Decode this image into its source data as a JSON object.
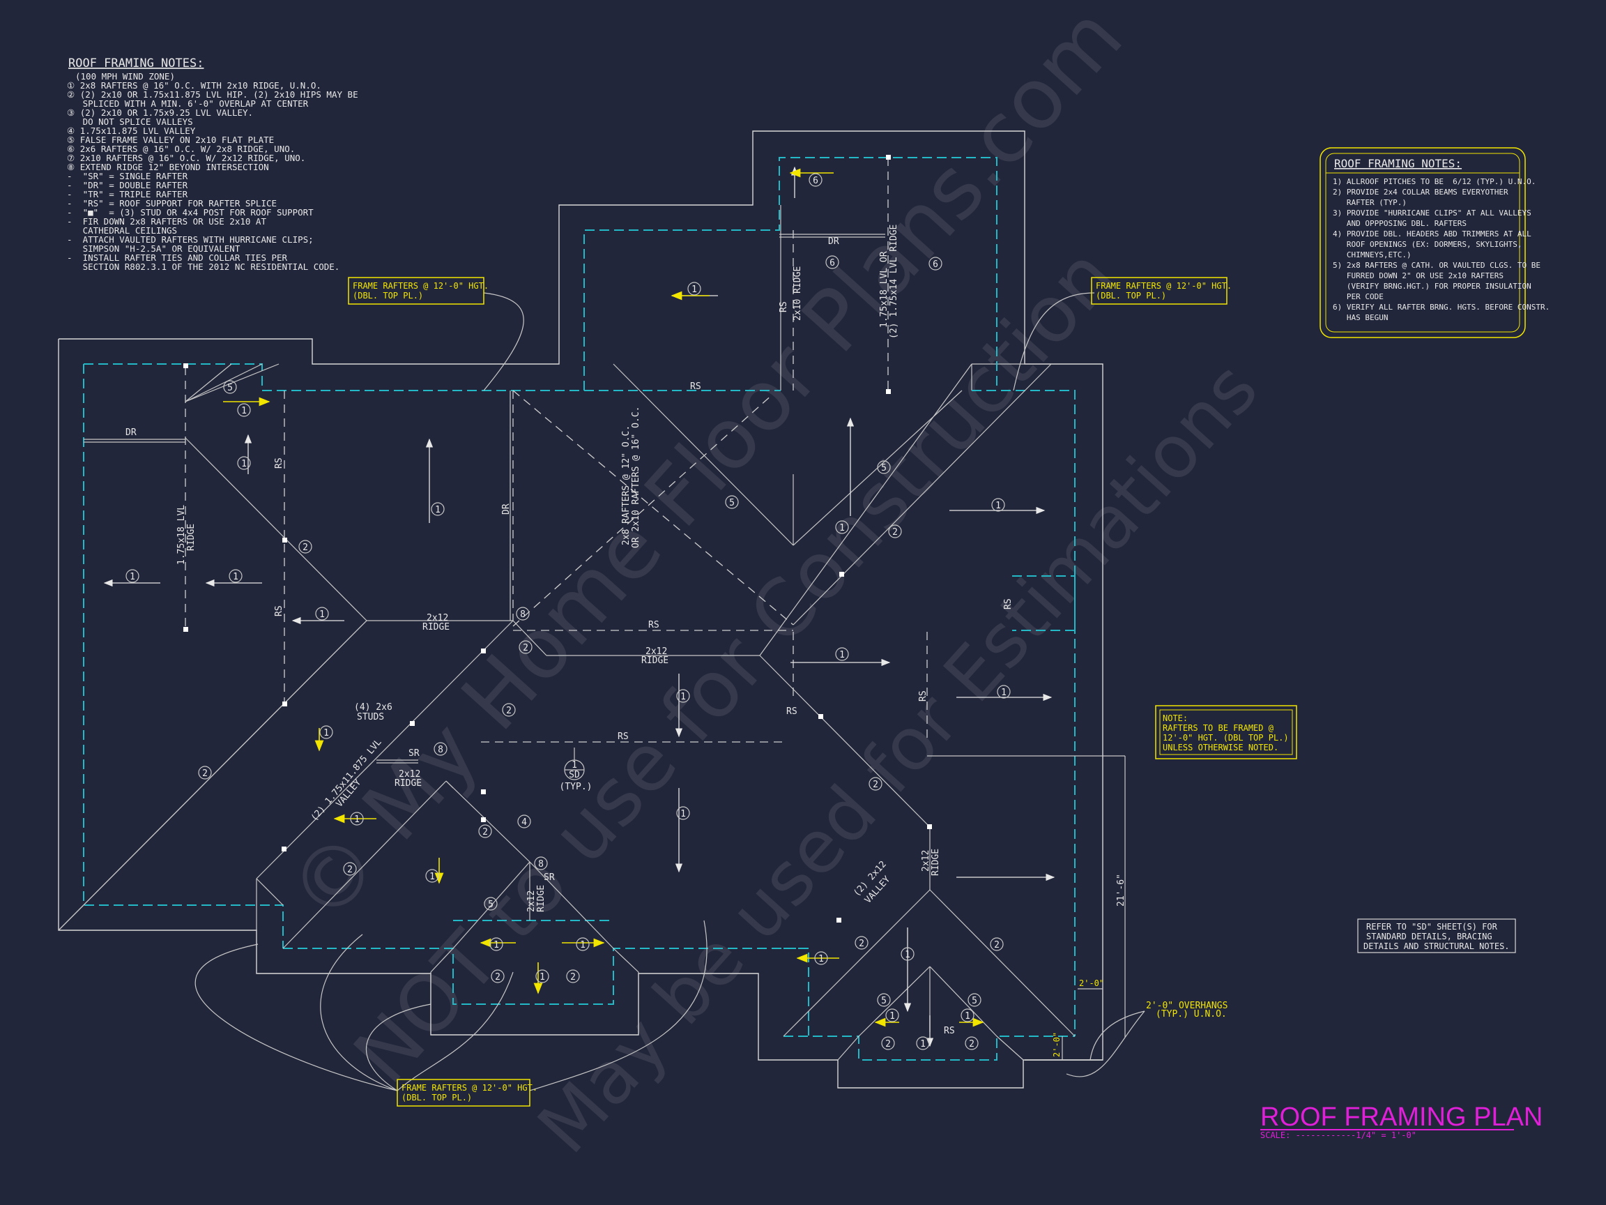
{
  "notes_left": {
    "title": "ROOF FRAMING NOTES:",
    "lines": [
      "(100 MPH WIND ZONE)",
      "① 2x8 RAFTERS @ 16\" O.C. WITH 2x10 RIDGE, U.N.O.",
      "② (2) 2x10 OR 1.75x11.875 LVL HIP. (2) 2x10 HIPS MAY BE",
      "   SPLICED WITH A MIN. 6'-0\" OVERLAP AT CENTER",
      "③ (2) 2x10 OR 1.75x9.25 LVL VALLEY.",
      "   DO NOT SPLICE VALLEYS",
      "④ 1.75x11.875 LVL VALLEY",
      "⑤ FALSE FRAME VALLEY ON 2x10 FLAT PLATE",
      "⑥ 2x6 RAFTERS @ 16\" O.C. W/ 2x8 RIDGE, UNO.",
      "⑦ 2x10 RAFTERS @ 16\" O.C. W/ 2x12 RIDGE, UNO.",
      "⑧ EXTEND RIDGE 12\" BEYOND INTERSECTION",
      "-  \"SR\" = SINGLE RAFTER",
      "-  \"DR\" = DOUBLE RAFTER",
      "-  \"TR\" = TRIPLE RAFTER",
      "-  \"RS\" = ROOF SUPPORT FOR RAFTER SPLICE",
      "-  \"■\"  = (3) STUD OR 4x4 POST FOR ROOF SUPPORT",
      "-  FIR DOWN 2x8 RAFTERS OR USE 2x10 AT",
      "   CATHEDRAL CEILINGS",
      "-  ATTACH VAULTED RAFTERS WITH HURRICANE CLIPS;",
      "   SIMPSON \"H-2.5A\" OR EQUIVALENT",
      "-  INSTALL RAFTER TIES AND COLLAR TIES PER",
      "   SECTION R802.3.1 OF THE 2012 NC RESIDENTIAL CODE."
    ]
  },
  "notes_right": {
    "title": "ROOF FRAMING NOTES:",
    "lines": [
      "1) ALLROOF PITCHES TO BE  6/12 (TYP.) U.N.O.",
      "2) PROVIDE 2x4 COLLAR BEAMS EVERYOTHER",
      "   RAFTER (TYP.)",
      "3) PROVIDE \"HURRICANE CLIPS\" AT ALL VALLEYS",
      "   AND OPPPOSING DBL. RAFTERS",
      "4) PROVIDE DBL. HEADERS ABD TRIMMERS AT ALL",
      "   ROOF OPENINGS (EX: DORMERS, SKYLIGHTS,",
      "   CHIMNEYS,ETC.)",
      "5) 2x8 RAFTERS @ CATH. OR VAULTED CLGS. TO BE",
      "   FURRED DOWN 2\" OR USE 2x10 RAFTERS",
      "   (VERIFY BRNG.HGT.) FOR PROPER INSULATION",
      "   PER CODE",
      "6) VERIFY ALL RAFTER BRNG. HGTS. BEFORE CONSTR.",
      "   HAS BEGUN"
    ]
  },
  "callouts": {
    "frame_left": [
      "FRAME RAFTERS @ 12'-0\" HGT.",
      "(DBL. TOP PL.)"
    ],
    "frame_right": [
      "FRAME RAFTERS @ 12'-0\" HGT.",
      "(DBL. TOP PL.)"
    ],
    "frame_bottom": [
      "FRAME RAFTERS @ 12'-0\" HGT.",
      "(DBL. TOP PL.)"
    ],
    "note": [
      "NOTE:",
      "RAFTERS TO BE FRAMED @",
      "12'-0\" HGT. (DBL TOP PL.)",
      "UNLESS OTHERWISE NOTED."
    ],
    "overhangs": [
      "2'-0\" OVERHANGS",
      "(TYP.) U.N.O."
    ],
    "dim_top": "2'-0\"",
    "dim_side": "2'-0\"",
    "dim_vertical": "21'-6\""
  },
  "refer_box": [
    "REFER TO \"SD\" SHEET(S) FOR",
    "STANDARD DETAILS, BRACING",
    "DETAILS AND STRUCTURAL NOTES."
  ],
  "title_block": {
    "title": "ROOF FRAMING PLAN",
    "scale": "SCALE: ------------1/4\" = 1'-0\"",
    "title_color": "#e020d8"
  },
  "plan_labels": {
    "rs": "RS",
    "dr": "DR",
    "sr": "SR",
    "ridge_2x12": [
      "2x12",
      "RIDGE"
    ],
    "ridge_2x10": "2x10 RIDGE",
    "lvl_ridge_left": [
      "1.75x18 LVL",
      "RIDGE"
    ],
    "lvl_ridge_top": [
      "1.75x18 LVL OR",
      "(2) 1.75x14 LVL RIDGE"
    ],
    "rafters_diag": [
      "2x8 RAFTERS @ 12\" O.C.",
      "OR 2x10 RAFTERS @ 16\" O.C."
    ],
    "studs": [
      "(4) 2x6",
      "STUDS"
    ],
    "valley_lvl": [
      "(2) 1.75x11.875 LVL",
      "VALLEY"
    ],
    "valley_2x12": [
      "(2) 2x12",
      "VALLEY"
    ],
    "section_top": "1",
    "section_bottom": "SD",
    "section_typ": "(TYP.)",
    "tag_1": "1",
    "tag_2": "2",
    "tag_4": "4",
    "tag_5": "5",
    "tag_6": "6",
    "tag_8": "8"
  },
  "watermark": [
    "© My Home Floor Plans.com",
    "NOT to use for Construction",
    "May be used for Estimations"
  ],
  "colors": {
    "background": "#22263a",
    "accent_yellow": "#f2e600",
    "dashed_cyan": "#23b9c7",
    "title_magenta": "#e020d8"
  }
}
